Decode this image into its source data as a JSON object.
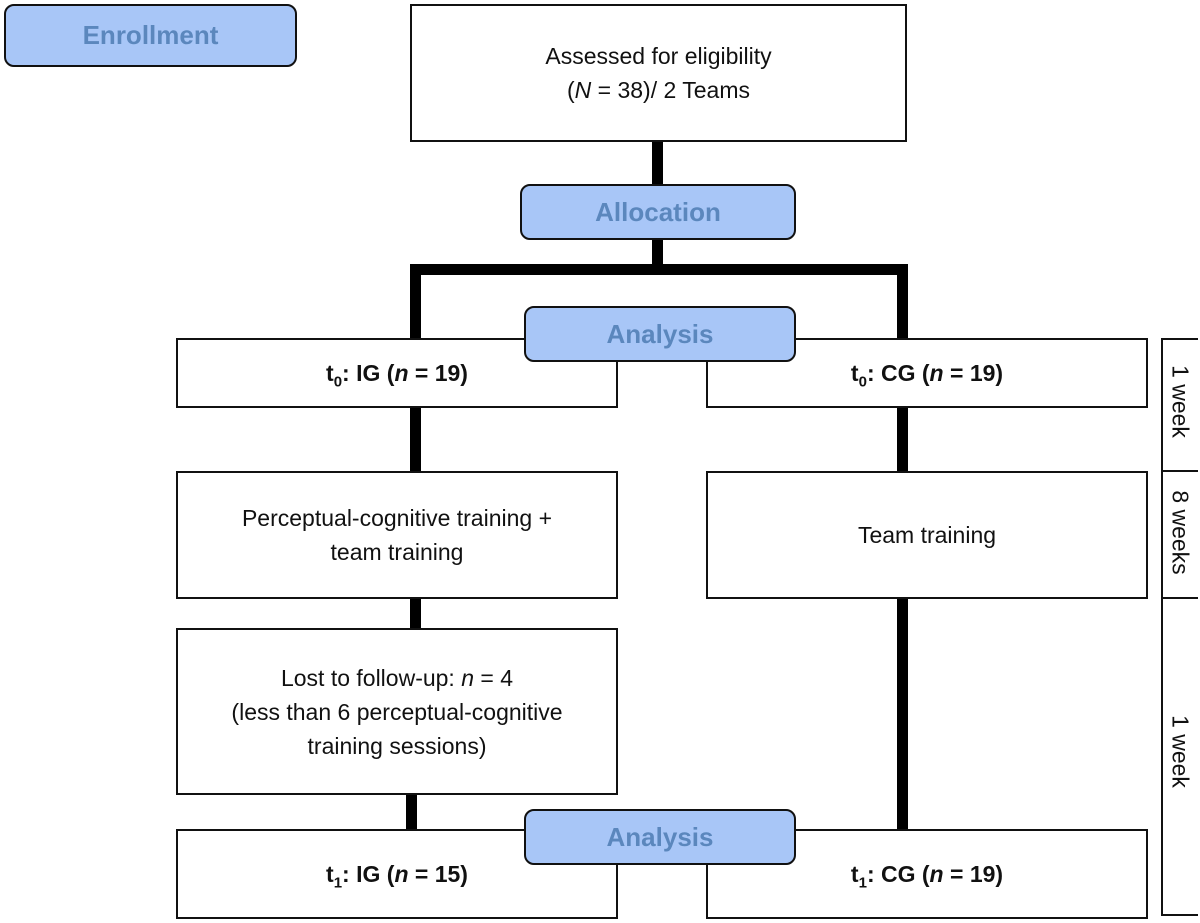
{
  "stages": {
    "enrollment": "Enrollment",
    "allocation": "Allocation",
    "analysis_t0": "Analysis",
    "analysis_t1": "Analysis"
  },
  "eligibility": {
    "line1": "Assessed for eligibility",
    "line2_open": "(",
    "line2_N": "N",
    "line2_rest": " = 38)/ 2 Teams"
  },
  "t0_ig": {
    "t": "t",
    "sub": "0",
    "label": ": IG (",
    "n": "n",
    "value": " = 19)"
  },
  "t0_cg": {
    "t": "t",
    "sub": "0",
    "label": ": CG (",
    "n": "n",
    "value": " = 19)"
  },
  "ig_training": {
    "line1": "Perceptual-cognitive training +",
    "line2": "team training"
  },
  "cg_training": {
    "line1": "Team training"
  },
  "lost": {
    "line1_pre": "Lost to follow-up: ",
    "line1_n": "n",
    "line1_post": " = 4",
    "line2": "(less than 6 perceptual-cognitive",
    "line3": "training sessions)"
  },
  "t1_ig": {
    "t": "t",
    "sub": "1",
    "label": ": IG (",
    "n": "n",
    "value": " = 15)"
  },
  "t1_cg": {
    "t": "t",
    "sub": "1",
    "label": ": CG (",
    "n": "n",
    "value": " = 19)"
  },
  "durations": [
    "1 week",
    "8 weeks",
    "1 week"
  ]
}
